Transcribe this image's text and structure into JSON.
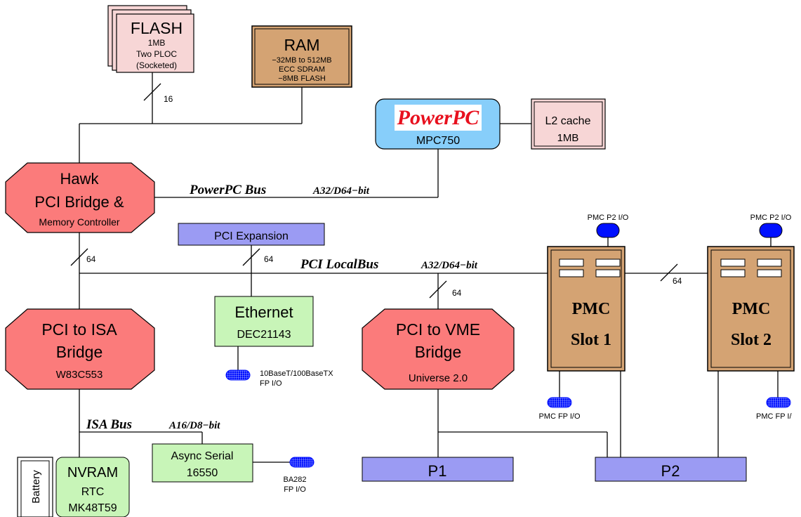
{
  "colors": {
    "flash": "#f7d6d6",
    "ram": "#d4a373",
    "powerpc_box": "#87cefa",
    "powerpc_text": "#e8101e",
    "cache": "#f7d6d6",
    "bridge": "#fb7b7b",
    "expansion": "#9b9bf3",
    "green": "#c8f5b8",
    "pmc": "#d4a373",
    "connector": "#0010ff",
    "lines": "#000000"
  },
  "flash": {
    "title": "FLASH",
    "line1": "1MB",
    "line2": "Two PLOC",
    "line3": "(Socketed)"
  },
  "flash_bus": {
    "width": "16"
  },
  "ram": {
    "title": "RAM",
    "line1": "−32MB to 512MB",
    "line2": "ECC SDRAM",
    "line3": "−8MB FLASH"
  },
  "cpu": {
    "brand": "PowerPC",
    "model": "MPC750"
  },
  "l2": {
    "title": "L2 cache",
    "size": "1MB"
  },
  "hawk": {
    "line1": "Hawk",
    "line2": "PCI Bridge &",
    "line3": "Memory Controller"
  },
  "powerpc_bus": {
    "name": "PowerPC Bus",
    "spec": "A32/D64−bit"
  },
  "pci_expansion": {
    "label": "PCI Expansion",
    "width": "64"
  },
  "hawk_pci_width": "64",
  "pci_local_bus": {
    "name": "PCI LocalBus",
    "spec": "A32/D64−bit"
  },
  "vme_width": "64",
  "pmc_link_width": "64",
  "ethernet": {
    "title": "Ethernet",
    "chip": "DEC21143",
    "io_line1": "10BaseT/100BaseTX",
    "io_line2": "FP I/O"
  },
  "isa_bridge": {
    "line1": "PCI to ISA",
    "line2": "Bridge",
    "chip": "W83C553"
  },
  "vme_bridge": {
    "line1": "PCI to VME",
    "line2": "Bridge",
    "chip": "Universe 2.0"
  },
  "pmc1": {
    "line1": "PMC",
    "line2": "Slot 1",
    "p2_io": "PMC P2 I/O",
    "fp_io": "PMC FP I/O"
  },
  "pmc2": {
    "line1": "PMC",
    "line2": "Slot 2",
    "p2_io": "PMC P2 I/O",
    "fp_io": "PMC FP I/"
  },
  "isa_bus": {
    "name": "ISA  Bus",
    "spec": "A16/D8−bit"
  },
  "serial": {
    "title": "Async Serial",
    "chip": "16550",
    "io_line1": "BA282",
    "io_line2": "FP I/O"
  },
  "nvram": {
    "line1": "NVRAM",
    "line2": "RTC",
    "line3": "MK48T59"
  },
  "battery": {
    "label": "Battery"
  },
  "p1": {
    "label": "P1"
  },
  "p2": {
    "label": "P2"
  }
}
